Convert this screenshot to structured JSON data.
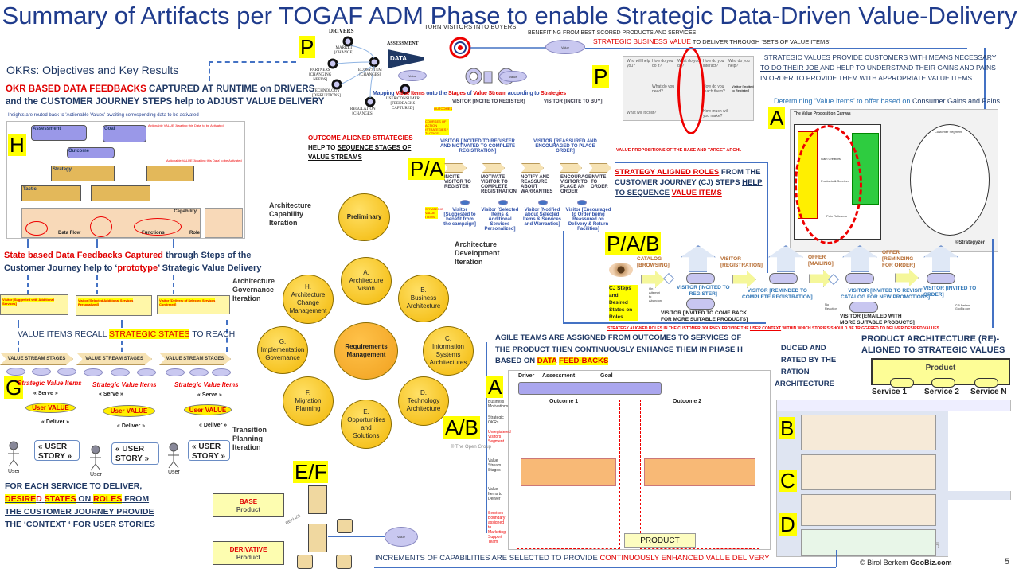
{
  "title": "Summary of Artifacts per TOGAF ADM Phase to enable Strategic Data-Driven Value-Delivery",
  "badges": {
    "p1": "P",
    "p2": "P",
    "a_top": "A",
    "h": "H",
    "pa": "P/A",
    "pab": "P/A/B",
    "g": "G",
    "ab": "A/B",
    "ef": "E/F",
    "a_mid": "A",
    "b": "B",
    "c": "C",
    "d": "D"
  },
  "okr": {
    "heading": "OKRs: Objectives and Key Results",
    "red": "OKR BASED DATA FEEDBACKS",
    "line1": " CAPTURED AT RUNTIME on DRIVERS",
    "line2": "and the CUSTOMER JOURNEY STEPS help to ADJUST VALUE DELIVERY"
  },
  "h_panel": {
    "caption": "Insights are routed back to 'Actionable Values' awaiting corresponding data to be activated",
    "assessment": "Assessment",
    "goal": "Goal",
    "outcome": "Outcome",
    "strategy": "Strategy",
    "tactic": "Tactic",
    "capability": "Capability",
    "data_flow": "Data Flow",
    "functions": "Functions",
    "role": "Role",
    "activate1": "Actionable VALUE 'Awaiting this Data' to be Activated",
    "activate2": "Actionable VALUE 'Awaiting this Data' to be Activated"
  },
  "state_feedback": {
    "red": "State based Data Feedbacks Captured",
    "rest1": " through Steps of the",
    "pre2": "Customer Journey help to ‘",
    "red2": "prototype",
    "post2": "’ Strategic Value Delivery"
  },
  "state_boxes": [
    "Visitor [Suggested with Additional Services]",
    "Visitor [Selected Additional Services Personalized]",
    "Visitor [Delivery of Selected Services Confirmed]"
  ],
  "value_items_recall": {
    "pre": "VALUE ITEMS RECALL ",
    "hl": "STRATEGIC STATES",
    "post": " TO REACH"
  },
  "g_section": {
    "stage_label": "VALUE STREAM STAGES",
    "svi": "Strategic Value Items",
    "serve": "« Serve »",
    "user_value": "User VALUE",
    "deliver": "« Deliver »",
    "user_story": "« USER\nSTORY »",
    "user": "User"
  },
  "for_each": {
    "l1": "FOR EACH SERVICE TO DELIVER,",
    "desire": "DESIRE",
    "d": "D",
    "states": "STATES",
    "on": " ON ",
    "roles": "ROLES",
    "from": " FROM",
    "l3": "THE CUSTOMER JOURNEY PROVIDE",
    "l4": "THE ‘CONTEXT ‘ FOR USER STORIES"
  },
  "top": {
    "drivers": "DRIVERS",
    "market": "MARKET\n[CHANGE]",
    "partners": "PARTNERS\n[CHANGING\nNEEDS]",
    "technology": "TECHNOLOGY\n[DISRUPTIONS]",
    "ecosystem": "ECOSYSTEM\n[CHANGES]",
    "regulation": "REGULATION\n[CHANGES]",
    "assessment": "ASSESSMENT",
    "data": "DATA",
    "user_consumer": "USER/CONSUMER\n[FEEDBACKS\nCAPTURED]",
    "outcomes": "OUTCOMES",
    "value": "Value",
    "turn": "TURN VISITORS INTO BUYERS",
    "benefiting": "BENEFITING FROM BEST SCORED PRODUCTS AND SERVICES",
    "sbv_red": "STRATEGIC BUSINESS ",
    "sbv_value": "VALUE",
    "sbv_rest": " TO DELIVER  THROUGH ‘SETS OF VALUE ITEMS’",
    "mapping": {
      "a": "Mapping ",
      "b": "Value Items",
      "c": " onto the ",
      "d": "Stages",
      "e": " of ",
      "f": "Value Stream",
      "g": " according to ",
      "h": "Strategies"
    },
    "visitor_register": "VISITOR [INCITE TO REGISTER]",
    "visitor_buy": "VISITOR [INCITE TO BUY]"
  },
  "outcome_aligned": {
    "red": "OUTCOME ALIGNED STRATEGIES",
    "l2a": "HELP TO ",
    "l2b": "SEQUENCE STAGES OF",
    "l3": "VALUE STREAMS"
  },
  "value_stream": {
    "courses": "COURSES OF ACTION (STRATEGIES / TACTICS)",
    "visitor_a": "VISITOR [INCITED TO REGISTER AND MOTIVATED TO COMPLETE REGISTRATION]",
    "visitor_b": "VISITOR [REASSURED AND ENCOURAGED TO PLACE ORDER]",
    "stages": [
      "INCITE VISITOR TO REGISTER",
      "MOTIVATE VISITOR TO COMPLETE REGISTRATION",
      "NOTIFY AND REASSURE ABOUT WARRANTIES",
      "ENCOURAGE VISITOR TO PLACE AN ORDER",
      "INVITE TO ORDER"
    ],
    "svi": "STRATEGIC VALUE ITEMS",
    "visitors": [
      "Visitor [Suggested to benefit from the campaign]",
      "Visitor [Selected Items & Additional Services Personalized]",
      "Visitor [Notified about Selected Items & Services and Warranties]",
      "Visitor [Encouraged to Order being Reassured on Delivery & Return Facilities]"
    ]
  },
  "bmc": {
    "cells": [
      "Who will help you?",
      "How do you do it?",
      "What do you do?",
      "How do you interact?",
      "Who do you help?",
      "What do you need?",
      "How do you reach them?",
      "What will it cost?",
      "How much will you make?"
    ],
    "visitor": "Visitor [Incited to Register]",
    "caption": "VALUE PROPOSITIONS OF THE BASE AND TARGET ARCHI."
  },
  "strategic_values": {
    "l1": "STRATEGIC VALUES PROVIDE CUSTOMERS WITH  MEANS NECESSARY",
    "l2u": "TO DO THEIR JOB ",
    "l2": "AND HELP TO UNDERSTAND THEIR GAINS AND PAINS",
    "l3": "IN ORDER TO PROVIDE THEM WITH APPROPRIATE VALUE  ITEMS"
  },
  "vpc": {
    "heading_a": "Determining ‘Value Items’ to offer based on ",
    "heading_b": "Consumer Gains and Pains",
    "canvas": "The Value Proposition Canvas",
    "gains": "Gain Creators",
    "pains": "Pain Relievers",
    "products": "Products & Services",
    "customer": "Customer Segment",
    "strategyzer": "©Strategyzer"
  },
  "strategy_roles": {
    "red1": "STRATEGY ALIGNED ROLES",
    "r1": " FROM THE",
    "l2a": "CUSTOMER JOURNEY (CJ) STEPS ",
    "l2u": "HELP",
    "l3u": "TO SEQUENCE",
    "l3r": "VALUE ITEMS"
  },
  "cj": {
    "steps": "CJ Steps and Desired States on Roles",
    "catalog": "CATALOG\n[BROWSING]",
    "visitor_reg": "VISITOR\n[REGISTRATION]",
    "offer_mail": "OFFER\n[MAILING]",
    "offer_remind": "OFFER\n[REMINDING\nFOR ORDER]",
    "attempt": "On\nAttempt\nto\nAbandon",
    "no_reaction": "No\nReaction",
    "v1": "VISITOR  [INCITED TO\nREGISTER]",
    "v2": "VISITOR  [REMINDED TO\nCOMPLETE REGISTRATION]",
    "v3": "VISITOR [INVITED TO REVISIT\nCATALOG FOR NEW PROMOTIONS]",
    "v4": "VISITOR  [INVITED TO\nORDER]",
    "v5": "VISITOR  [INVITED TO COME BACK\nFOR MORE SUITABLE PRODUCTS]",
    "v6": "VISITOR  [EMAILED WITH\nMORE SUITABLE PRODUCTS]",
    "foot_u1": "STRATEGY ALIGNED ROLES",
    "foot_1": " IN THE CUSTOMER JOURNEY PROVIDE THE ",
    "foot_u2": "USER CONTEXT",
    "foot_2": " WITHIN WHICH STORIES SHOULD BE TRIGGERED TO DELIVER DESIRED VALUES",
    "credit": "© B.Berkem\nGooBiz.com"
  },
  "product_arch": {
    "l1": "PRODUCT ARCHITECTURE (RE)-",
    "l2": "ALIGNED TO STRATEGIC VALUES",
    "product": "Product",
    "services": [
      "Service 1",
      "Service 2",
      "Service N"
    ]
  },
  "partial": {
    "l1": "DUCED  AND",
    "l2": "RATED BY  THE",
    "l3": "RATION",
    "l4": "ARCHITECTURE"
  },
  "agile": {
    "l1": "AGILE TEAMS ARE ASSIGNED FROM OUTCOMES TO SERVICES OF",
    "l2a": "THE PRODUCT THEN ",
    "l2u": "CONTINUOUSLY ENHANCE THEM ",
    "l2b": "IN PHASE H",
    "l3a": "BASED ON ",
    "data": "DATA",
    "fb": "FEED-BACKS"
  },
  "motivation": {
    "driver": "Driver",
    "assessment": "Assessment",
    "goal": "Goal",
    "outcome1": "Outcome 1",
    "outcome2": "Outcome 2",
    "rows": [
      "Business Motivations",
      "Strategic OKRs",
      "Unregistered Visitors Segment",
      "Value Stream Stages",
      "Value Items to Deliver",
      "Services Boundary assigned to Marketing Support Team"
    ],
    "product": "PRODUCT"
  },
  "adm": {
    "preliminary": "Preliminary",
    "a": "A.\nArchitecture\nVision",
    "b": "B.\nBusiness\nArchitecture",
    "c": "C.\nInformation\nSystems\nArchitectures",
    "d": "D.\nTechnology\nArchitecture",
    "e": "E.\nOpportunities\nand\nSolutions",
    "f": "F.\nMigration\nPlanning",
    "g": "G.\nImplementation\nGovernance",
    "h": "H.\nArchitecture\nChange\nManagement",
    "rm": "Requirements\nManagement",
    "cap_iter": "Architecture\nCapability\nIteration",
    "gov_iter": "Architecture\nGovernance\nIteration",
    "dev_iter": "Architecture\nDevelopment\nIteration",
    "trans_iter": "Transition\nPlanning\nIteration",
    "copyright": "© The Open Group"
  },
  "ef": {
    "base": "BASE",
    "base_product": "Product",
    "derivative": "DERIVATIVE",
    "derivative_product": "Product",
    "realize": "REALIZE",
    "value": "Value"
  },
  "footer": {
    "pre": "INCREMENTS OF CAPABILITIES ARE SELECTED TO PROVIDE ",
    "red": "CONTINUOUSLY ENHANCED VALUE DELIVERY",
    "copyright": "© Birol Berkem ",
    "brand": "GooBiz.com",
    "page": "5",
    "ghost_page": "5"
  },
  "colors": {
    "title": "#1f3b8c",
    "navy": "#1f3864",
    "red": "#e00000",
    "highlight": "#ffff00",
    "arrow": "#4472c4",
    "adm_node": "#f2b705"
  }
}
